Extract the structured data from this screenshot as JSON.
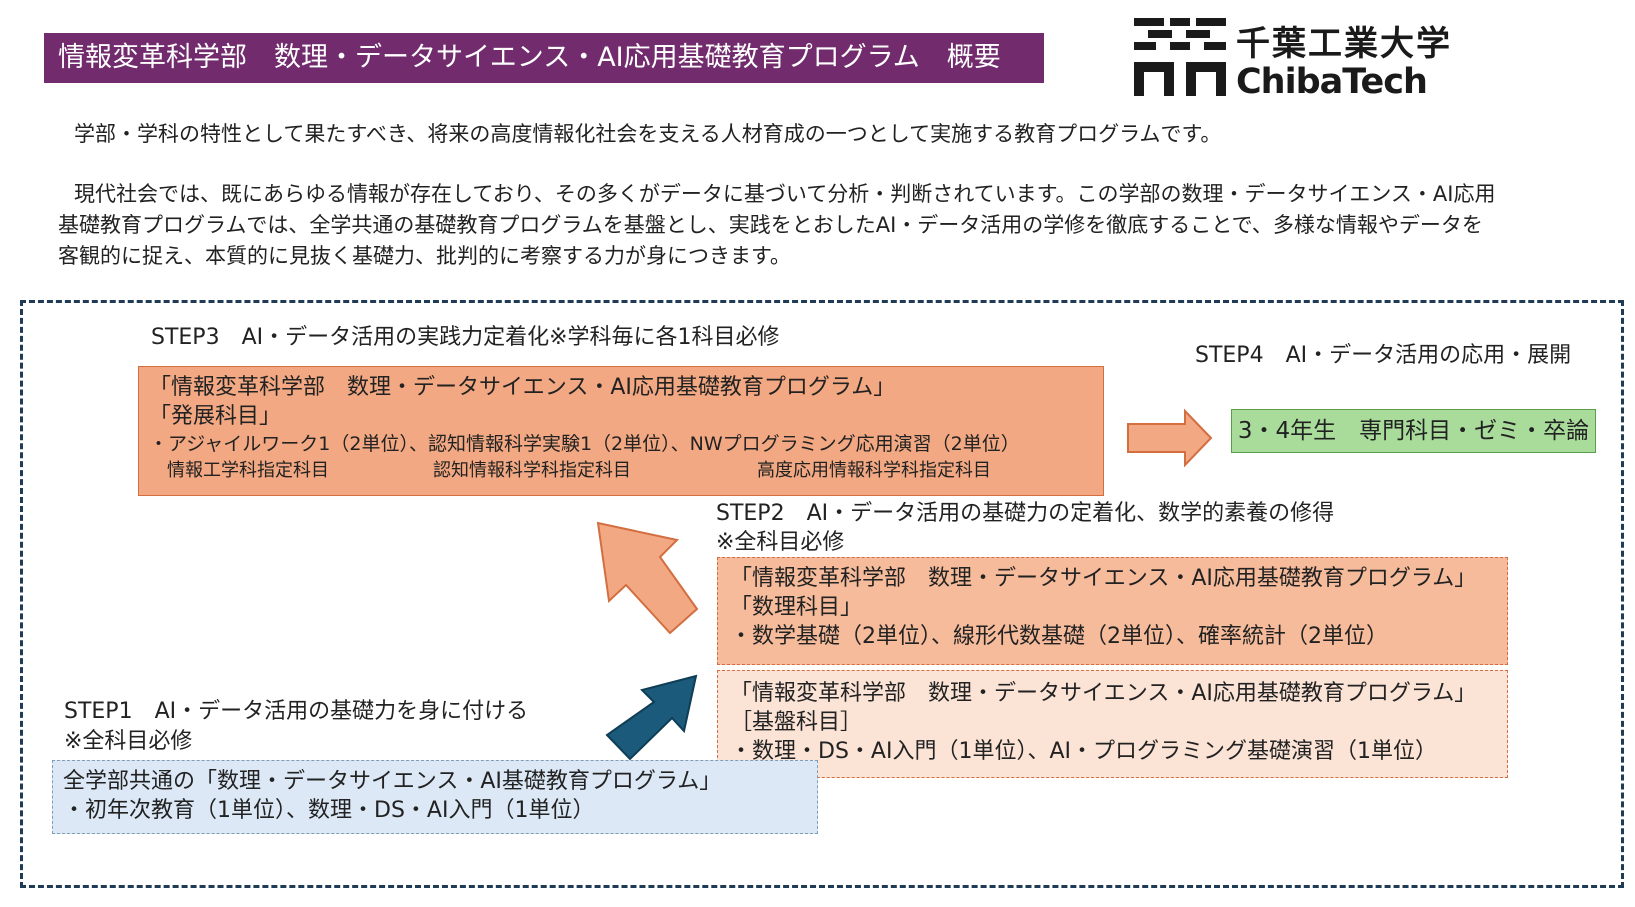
{
  "header": {
    "title": "情報変革科学部　数理・データサイエンス・AI応用基礎教育プログラム　概要",
    "logo_jp": "千葉工業大学",
    "logo_en": "ChibaTech"
  },
  "intro": {
    "line1": "学部・学科の特性として果たすべき、将来の高度情報化社会を支える人材育成の一つとして実施する教育プログラムです。",
    "line2": "現代社会では、既にあらゆる情報が存在しており、その多くがデータに基づいて分析・判断されています。この学部の数理・データサイエンス・AI応用",
    "line3": "基礎教育プログラムでは、全学共通の基礎教育プログラムを基盤とし、実践をとおしたAI・データ活用の学修を徹底することで、多様な情報やデータを",
    "line4": "客観的に捉え、本質的に見抜く基礎力、批判的に考察する力が身につきます。"
  },
  "step3": {
    "heading": "STEP3　AI・データ活用の実践力定着化※学科毎に各1科目必修",
    "box_line1": "「情報変革科学部　数理・データサイエンス・AI応用基礎教育プログラム」",
    "box_line2": "「発展科目」",
    "courses": "・アジャイルワーク1（2単位）、認知情報科学実験1（2単位）、NWプログラミング応用演習（2単位）",
    "dept1": "情報工学科指定科目",
    "dept2": "認知情報科学科指定科目",
    "dept3": "高度応用情報科学科指定科目"
  },
  "step4": {
    "heading": "STEP4　AI・データ活用の応用・展開",
    "box": "3・4年生　専門科目・ゼミ・卒論"
  },
  "step2": {
    "heading": "STEP2　AI・データ活用の基礎力の定着化、数学的素養の修得",
    "note": "※全科目必修",
    "boxA_line1": "「情報変革科学部　数理・データサイエンス・AI応用基礎教育プログラム」",
    "boxA_line2": "「数理科目」",
    "boxA_line3": "・数学基礎（2単位）、線形代数基礎（2単位）、確率統計（2単位）",
    "boxB_line1": "「情報変革科学部　数理・データサイエンス・AI応用基礎教育プログラム」",
    "boxB_line2": "［基盤科目］",
    "boxB_line3": "・数理・DS・AI入門（1単位）、AI・プログラミング基礎演習（1単位）"
  },
  "step1": {
    "heading": "STEP1　AI・データ活用の基礎力を身に付ける",
    "note": "※全科目必修",
    "box_line1": "全学部共通の「数理・データサイエンス・AI基礎教育プログラム」",
    "box_line2": "・初年次教育（1単位）、数理・DS・AI入門（1単位）"
  },
  "colors": {
    "title_bg": "#722c6e",
    "step3_box": "#f2a882",
    "step2_box_a": "#f6bb9b",
    "step2_box_b": "#fbe3d6",
    "step1_box": "#dce8f5",
    "step4_box": "#a9dc9a",
    "arrow_dark": "#1b5a7a",
    "arrow_light": "#f2a882"
  }
}
